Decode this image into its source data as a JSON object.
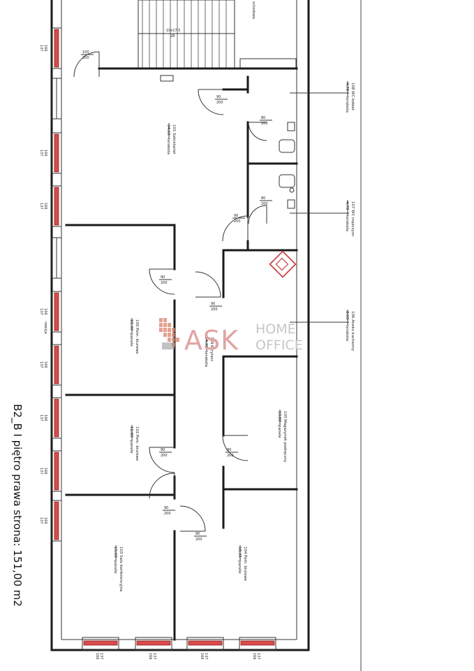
{
  "title": "B2_B I piętro prawa strona: 151,00 m2",
  "logo": {
    "brand": "ASK",
    "line1": "HOME",
    "line2": "OFFICE"
  },
  "top_labels": {
    "stair": "schodowa",
    "stair_dim1": "10x17.5",
    "stair_dim2": "28"
  },
  "rooms": [
    {
      "id": "101",
      "name": "Sekretariat",
      "area": "34,60",
      "floor": "terakota"
    },
    {
      "id": "108",
      "name": "WC kobiet",
      "area": "4,78",
      "floor": "terakota"
    },
    {
      "id": "107",
      "name": "WC mężczyzn",
      "area": "4,78",
      "floor": "terakota"
    },
    {
      "id": "106",
      "name": "Aneks kuchenny",
      "area": "8,60",
      "floor": "terakota"
    },
    {
      "id": "100",
      "name": "Pom. biurowe",
      "area": "22,30",
      "floor": "panele"
    },
    {
      "id": "109",
      "name": "Korytarz",
      "area": "14,30",
      "floor": "terakota"
    },
    {
      "id": "105",
      "name": "Magazynek podręczny",
      "area": "10,80",
      "floor": "panele"
    },
    {
      "id": "102",
      "name": "Pom. biurowe",
      "area": "12,80",
      "floor": "panele"
    },
    {
      "id": "103",
      "name": "Sala konferencyjna",
      "area": "15,60",
      "floor": "panele"
    },
    {
      "id": "104",
      "name": "Pom. biurowe",
      "area": "18,30",
      "floor": "panele"
    }
  ],
  "doors": [
    {
      "w": "100",
      "h": "200"
    },
    {
      "w": "90",
      "h": "200"
    },
    {
      "w": "80",
      "h": "200"
    },
    {
      "w": "80",
      "h": "200"
    },
    {
      "w": "90",
      "h": "200"
    },
    {
      "w": "90",
      "h": "200"
    },
    {
      "w": "90",
      "h": "200"
    },
    {
      "w": "90",
      "h": "200"
    },
    {
      "w": "90",
      "h": "200"
    },
    {
      "w": "90",
      "h": "200"
    },
    {
      "w": "90",
      "h": "200"
    }
  ],
  "windows_left": [
    {
      "w": "137",
      "h": "166"
    },
    {
      "w": "137",
      "h": "166"
    },
    {
      "w": "137",
      "h": "166"
    },
    {
      "w": "137",
      "h": "166"
    },
    {
      "w": "137",
      "h": "166"
    },
    {
      "w": "137",
      "h": "166"
    },
    {
      "w": "137",
      "h": "166"
    },
    {
      "w": "137",
      "h": "166"
    }
  ],
  "windows_bottom": [
    {
      "w": "137",
      "h": "166"
    },
    {
      "w": "137",
      "h": "166"
    },
    {
      "w": "137",
      "h": "166"
    },
    {
      "w": "137",
      "h": "166"
    }
  ],
  "misc": {
    "column_label": "rewizja"
  },
  "colors": {
    "window": "#d94b4b",
    "logo_ask": "#e2a3a3",
    "logo_pixels": "#d9826e",
    "logo_home": "#c6c6c6"
  }
}
